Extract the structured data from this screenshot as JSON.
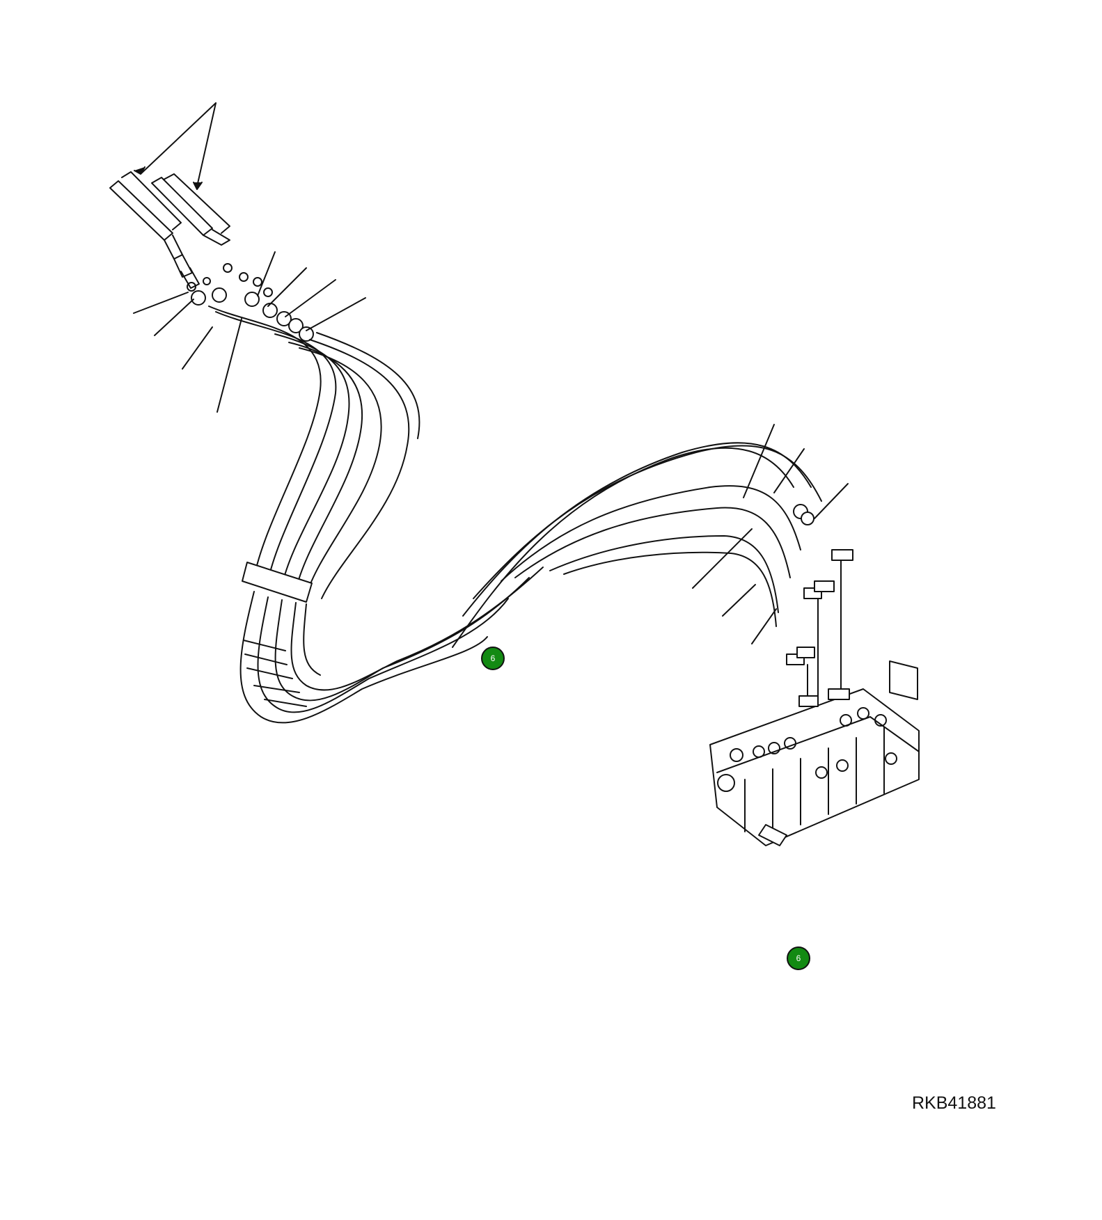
{
  "colors": {
    "line": "#111111",
    "hotspot_fill": "#138a13",
    "hotspot_text": "#ffffff",
    "background": "#ffffff"
  },
  "hotspots": [
    {
      "label": "6"
    },
    {
      "label": "6"
    }
  ],
  "figure_id": "RKB41881"
}
